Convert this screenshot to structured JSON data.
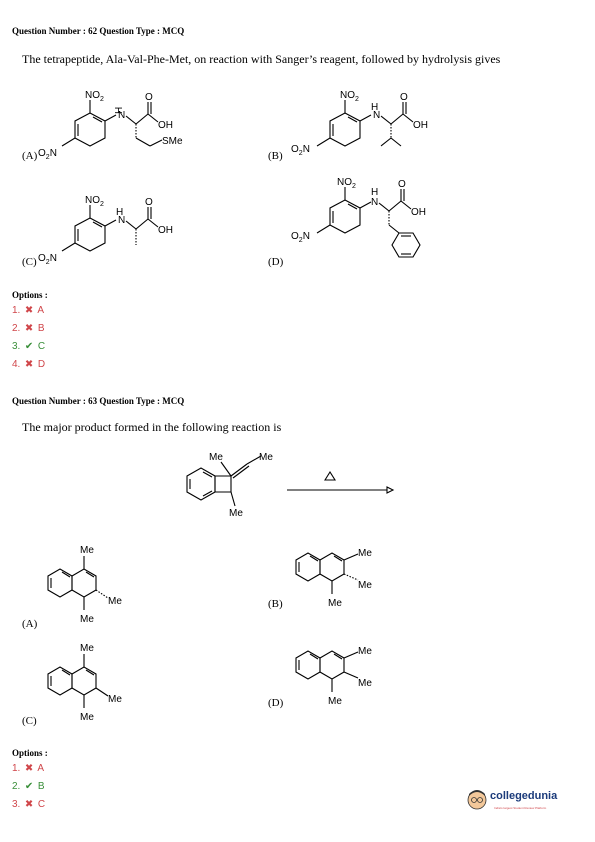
{
  "q62": {
    "header": "Question Number : 62  Question Type : MCQ",
    "text": "The tetrapeptide, Ala-Val-Phe-Met, on reaction with Sanger’s reagent, followed by hydrolysis gives",
    "choice_labels": [
      "(A)",
      "(B)",
      "(C)",
      "(D)"
    ],
    "labels": {
      "no2": "NO",
      "sub2": "2",
      "o2n": "O",
      "o2n_n": "N",
      "oh": "OH",
      "sme": "SMe",
      "h": "H",
      "n": "N",
      "o": "O"
    },
    "options_title": "Options :",
    "options": [
      {
        "num": "1.",
        "mark": "✖",
        "letter": "A",
        "correct": false
      },
      {
        "num": "2.",
        "mark": "✖",
        "letter": "B",
        "correct": false
      },
      {
        "num": "3.",
        "mark": "✔",
        "letter": "C",
        "correct": true
      },
      {
        "num": "4.",
        "mark": "✖",
        "letter": "D",
        "correct": false
      }
    ]
  },
  "q63": {
    "header": "Question Number : 63  Question Type : MCQ",
    "text": "The major product formed in the following reaction is",
    "me": "Me",
    "choice_labels": [
      "(A)",
      "(B)",
      "(C)",
      "(D)"
    ],
    "options_title": "Options :",
    "options": [
      {
        "num": "1.",
        "mark": "✖",
        "letter": "A",
        "correct": false
      },
      {
        "num": "2.",
        "mark": "✔",
        "letter": "B",
        "correct": true
      },
      {
        "num": "3.",
        "mark": "✖",
        "letter": "C",
        "correct": false
      }
    ]
  },
  "logo": {
    "name": "collegedunia",
    "tagline": "India's largest Student Review Platform"
  }
}
